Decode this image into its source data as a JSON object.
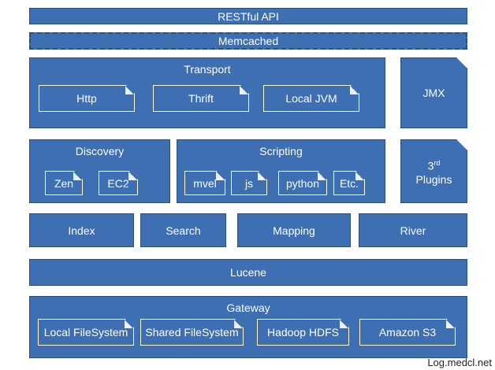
{
  "restful_api": "RESTful API",
  "memcached": "Memcached",
  "transport": {
    "title": "Transport",
    "items": [
      "Http",
      "Thrift",
      "Local JVM"
    ]
  },
  "jmx": "JMX",
  "discovery": {
    "title": "Discovery",
    "items": [
      "Zen",
      "EC2"
    ]
  },
  "scripting": {
    "title": "Scripting",
    "items": [
      "mvel",
      "js",
      "python",
      "Etc."
    ]
  },
  "plugins": {
    "number": "3",
    "superscript": "rd",
    "label": "Plugins"
  },
  "modules": [
    "Index",
    "Search",
    "Mapping",
    "River"
  ],
  "lucene": "Lucene",
  "gateway": {
    "title": "Gateway",
    "items": [
      "Local FileSystem",
      "Shared FileSystem",
      "Hadoop HDFS",
      "Amazon S3"
    ]
  },
  "watermark": "Log.medcl.net",
  "colors": {
    "box_fill": "#3d6fb2",
    "box_border": "#27507f",
    "text": "#ffffff"
  }
}
